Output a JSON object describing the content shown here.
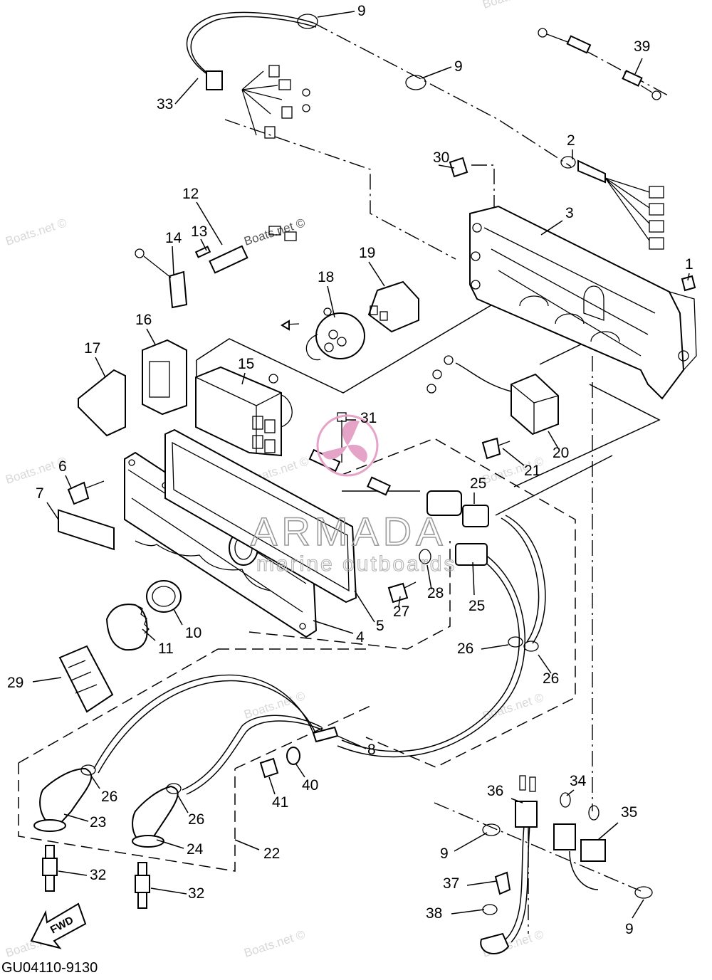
{
  "diagram": {
    "code": "GU04110-9130",
    "fwd_label": "FWD",
    "brand": {
      "name": "ARMADA",
      "tagline": "marine outboards"
    },
    "watermark": "Boats.net ©",
    "parts": [
      {
        "num": "1"
      },
      {
        "num": "2"
      },
      {
        "num": "3"
      },
      {
        "num": "4"
      },
      {
        "num": "5"
      },
      {
        "num": "6"
      },
      {
        "num": "7"
      },
      {
        "num": "8"
      },
      {
        "num": "9"
      },
      {
        "num": "10"
      },
      {
        "num": "11"
      },
      {
        "num": "12"
      },
      {
        "num": "13"
      },
      {
        "num": "14"
      },
      {
        "num": "15"
      },
      {
        "num": "16"
      },
      {
        "num": "17"
      },
      {
        "num": "18"
      },
      {
        "num": "19"
      },
      {
        "num": "20"
      },
      {
        "num": "21"
      },
      {
        "num": "22"
      },
      {
        "num": "23"
      },
      {
        "num": "24"
      },
      {
        "num": "25"
      },
      {
        "num": "26"
      },
      {
        "num": "27"
      },
      {
        "num": "28"
      },
      {
        "num": "29"
      },
      {
        "num": "30"
      },
      {
        "num": "31"
      },
      {
        "num": "32"
      },
      {
        "num": "33"
      },
      {
        "num": "34"
      },
      {
        "num": "35"
      },
      {
        "num": "36"
      },
      {
        "num": "37"
      },
      {
        "num": "38"
      },
      {
        "num": "39"
      },
      {
        "num": "40"
      },
      {
        "num": "41"
      }
    ],
    "colors": {
      "line": "#000000",
      "logo_accent": "#e6a3c8",
      "watermark": "#d8d8d8"
    }
  }
}
